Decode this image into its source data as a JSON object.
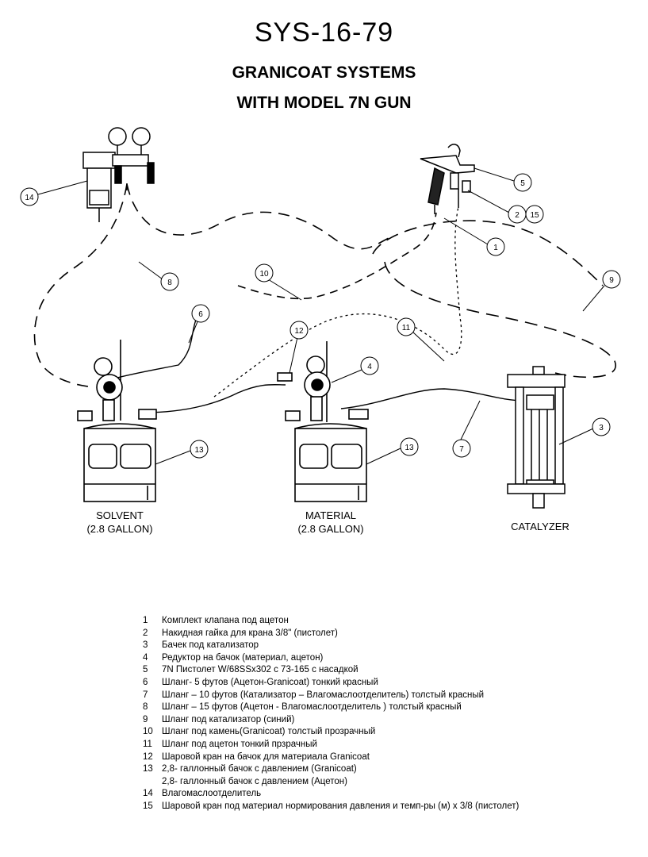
{
  "title": "SYS-16-79",
  "subtitle_line1": "GRANICOAT SYSTEMS",
  "subtitle_line2": "WITH MODEL 7N GUN",
  "tanks": {
    "solvent_name": "SOLVENT",
    "solvent_size": "(2.8 GALLON)",
    "material_name": "MATERIAL",
    "material_size": "(2.8 GALLON)",
    "catalyzer_name": "CATALYZER"
  },
  "callouts": {
    "c1": "1",
    "c2": "2",
    "c15": "15",
    "c3": "3",
    "c4": "4",
    "c5": "5",
    "c6": "6",
    "c7": "7",
    "c8": "8",
    "c9": "9",
    "c10": "10",
    "c11": "11",
    "c12": "12",
    "c13a": "13",
    "c13b": "13",
    "c14": "14"
  },
  "legend": [
    {
      "num": "1",
      "text": "Комплект клапана под ацетон"
    },
    {
      "num": "2",
      "text": "Накидная гайка для крана  3/8\" (пистолет)"
    },
    {
      "num": "3",
      "text": "Бачек под катализатор"
    },
    {
      "num": "4",
      "text": "Редуктор на бачок (материал, ацетон)"
    },
    {
      "num": "5",
      "text": "7N Пистолет W/68SSx302 с 73-165 с насадкой"
    },
    {
      "num": "6",
      "text": "Шланг- 5 футов (Ацетон-Granicoat) тонкий красный"
    },
    {
      "num": "7",
      "text": "Шланг – 10 футов (Катализатор – Влагомаслоотделитель) толстый красный"
    },
    {
      "num": "8",
      "text": "Шланг – 15 футов (Ацетон - Влагомаслоотделитель ) толстый красный"
    },
    {
      "num": "9",
      "text": "Шланг под катализатор (синий)"
    },
    {
      "num": "10",
      "text": "Шланг под камень(Granicoat) толстый прозрачный"
    },
    {
      "num": "11",
      "text": "Шланг под ацетон тонкий прзрачный"
    },
    {
      "num": "12",
      "text": "Шаровой кран на бачок для материала Granicoat"
    },
    {
      "num": "13",
      "text": "2,8- галлонный бачок с давлением (Granicoat)"
    },
    {
      "num": "",
      "text": "2,8- галлонный бачок с давлением (Ацетон)"
    },
    {
      "num": "14",
      "text": "Влагомаслоотделитель"
    },
    {
      "num": "15",
      "text": "Шаровой кран под материал нормирования давления и темп-ры (м) х 3/8 (пистолет)"
    }
  ]
}
